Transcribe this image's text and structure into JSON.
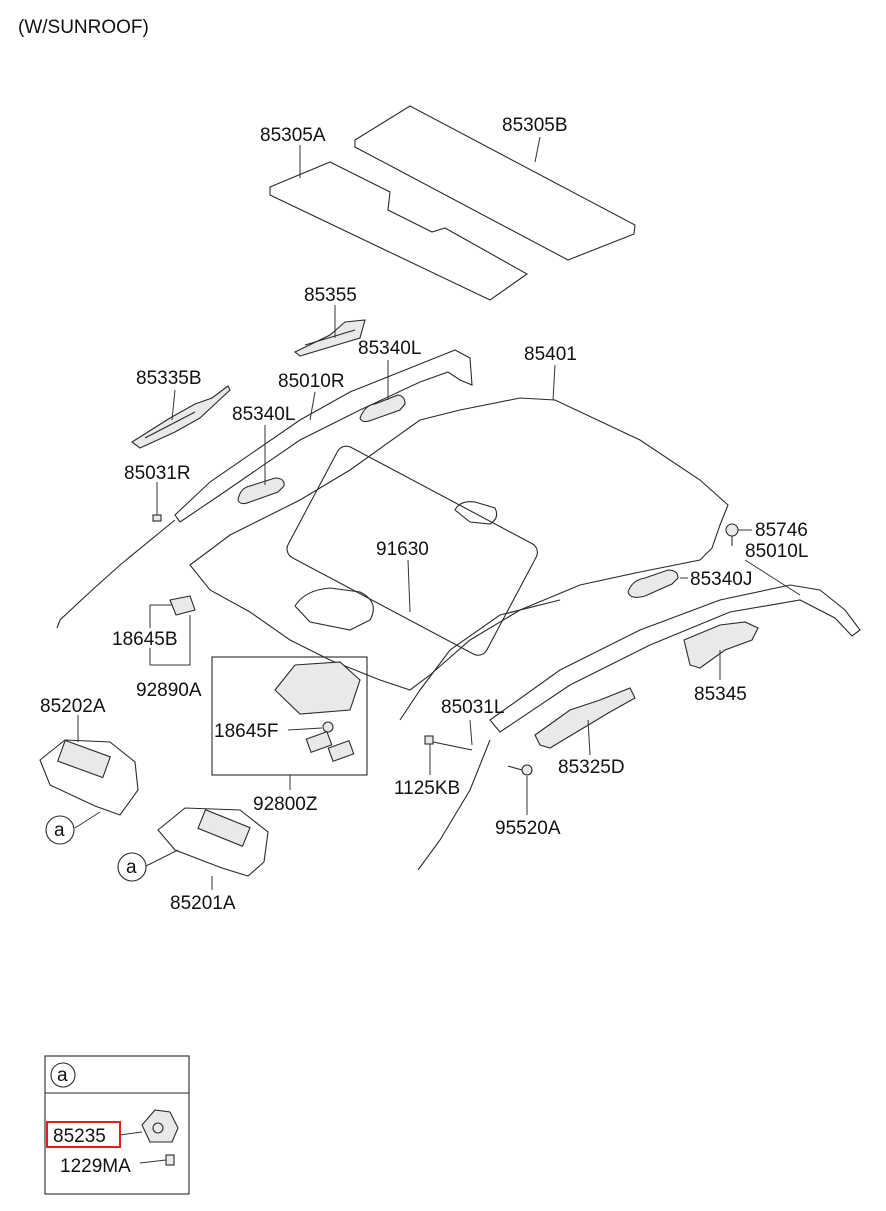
{
  "heading": "(W/SUNROOF)",
  "callout_marker": "a",
  "part_labels": {
    "p85305A": "85305A",
    "p85305B": "85305B",
    "p85355": "85355",
    "p85340L_top": "85340L",
    "p85401": "85401",
    "p85335B": "85335B",
    "p85010R": "85010R",
    "p85340L_mid": "85340L",
    "p85031R": "85031R",
    "p85746": "85746",
    "p85010L": "85010L",
    "p91630": "91630",
    "p85340J": "85340J",
    "p18645B": "18645B",
    "p92890A": "92890A",
    "p85345": "85345",
    "p85202A": "85202A",
    "p18645F": "18645F",
    "p85031L": "85031L",
    "p85325D": "85325D",
    "p1125KB": "1125KB",
    "p92800Z": "92800Z",
    "p95520A": "95520A",
    "p85201A": "85201A"
  },
  "detail_box": {
    "marker": "a",
    "highlighted_part": "85235",
    "other_part": "1229MA"
  }
}
